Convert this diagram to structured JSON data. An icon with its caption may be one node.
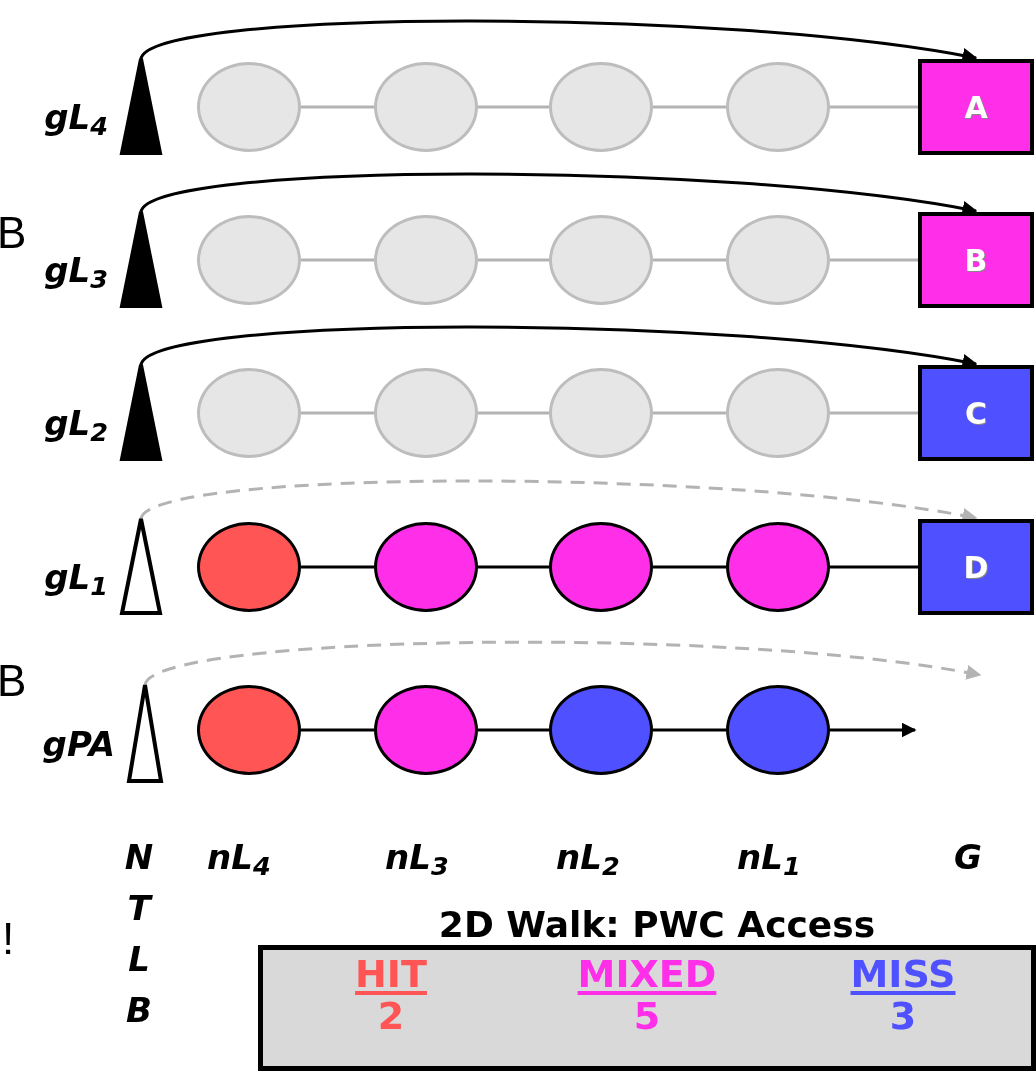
{
  "diagram": {
    "nodes": [
      {
        "text": [],
        "shape": "triangle",
        "beside": [
          "gL$_{4}$"
        ]
      },
      {
        "text": [],
        "shape": "circle"
      },
      {
        "text": [],
        "shape": "circle"
      },
      {
        "text": [],
        "shape": "circle"
      },
      {
        "text": [],
        "shape": "circle"
      },
      {
        "text": [
          "A"
        ]
      },
      {
        "text": [],
        "shape": "triangle",
        "beside": [
          "gL$_{3}$"
        ]
      },
      {
        "text": [],
        "shape": "circle"
      },
      {
        "text": [],
        "shape": "circle"
      },
      {
        "text": [],
        "shape": "circle"
      },
      {
        "text": [],
        "shape": "circle"
      },
      {
        "text": [
          "B"
        ]
      },
      {
        "text": [],
        "shape": "triangle",
        "beside": [
          "gL$_{2}$"
        ]
      },
      {
        "text": [],
        "shape": "circle"
      },
      {
        "text": [],
        "shape": "circle"
      },
      {
        "text": [],
        "shape": "circle"
      },
      {
        "text": [],
        "shape": "circle"
      },
      {
        "text": [
          "C"
        ]
      },
      {
        "text": [],
        "shape": "triangle",
        "beside": [
          "gL$_{1}$"
        ]
      },
      {
        "text": [],
        "shape": "circle"
      },
      {
        "text": [],
        "shape": "circle"
      },
      {
        "text": [],
        "shape": "circle"
      },
      {
        "text": [],
        "shape": "circle"
      },
      {
        "text": [
          "D"
        ]
      },
      {
        "text": [],
        "shape": "triangle",
        "beside": [
          "gPA"
        ]
      },
      {
        "text": [],
        "shape": "circle"
      },
      {
        "text": [],
        "shape": "circle"
      },
      {
        "text": [],
        "shape": "circle"
      },
      {
        "text": [],
        "shape": "circle"
      },
      {
        "text": [
          "2D Walk: PWC Access",
          "HIT",
          "2",
          "MIXED",
          "5",
          "MISS",
          "3"
        ]
      }
    ],
    "edges": [
      {
        "from": 0,
        "to": 5,
        "arrow": "to",
        "color": "#000000"
      },
      {
        "from": 1,
        "to": 2,
        "arrow": "none",
        "color": "#b3b3b3"
      },
      {
        "from": 2,
        "to": 3,
        "arrow": "none",
        "color": "#b3b3b3"
      },
      {
        "from": 3,
        "to": 4,
        "arrow": "none",
        "color": "#b3b3b3"
      },
      {
        "from": 4,
        "to": 5,
        "arrow": "none",
        "color": "#b3b3b3"
      },
      {
        "from": 6,
        "to": 11,
        "arrow": "to",
        "color": "#000000"
      },
      {
        "from": 7,
        "to": 8,
        "arrow": "none",
        "color": "#b3b3b3"
      },
      {
        "from": 8,
        "to": 9,
        "arrow": "none",
        "color": "#b3b3b3"
      },
      {
        "from": 9,
        "to": 10,
        "arrow": "none",
        "color": "#b3b3b3"
      },
      {
        "from": 10,
        "to": 11,
        "arrow": "none",
        "color": "#b3b3b3"
      },
      {
        "from": 12,
        "to": 17,
        "arrow": "to",
        "color": "#000000"
      },
      {
        "from": 13,
        "to": 14,
        "arrow": "none",
        "color": "#b3b3b3"
      },
      {
        "from": 14,
        "to": 15,
        "arrow": "none",
        "color": "#b3b3b3"
      },
      {
        "from": 15,
        "to": 16,
        "arrow": "none",
        "color": "#b3b3b3"
      },
      {
        "from": 16,
        "to": 17,
        "arrow": "none",
        "color": "#b3b3b3"
      },
      {
        "from": 18,
        "to": 23,
        "arrow": "to",
        "style": "dashed",
        "color": "#b3b3b3"
      },
      {
        "from": 19,
        "to": 20,
        "arrow": "none",
        "color": "#000000"
      },
      {
        "from": 20,
        "to": 21,
        "arrow": "none",
        "color": "#000000"
      },
      {
        "from": 21,
        "to": 22,
        "arrow": "none",
        "color": "#000000"
      },
      {
        "from": 22,
        "to": 23,
        "arrow": "none",
        "color": "#000000"
      },
      {
        "from": 24,
        "to": null,
        "arrow": "to",
        "style": "dashed",
        "color": "#b3b3b3"
      },
      {
        "from": 25,
        "to": 26,
        "arrow": "none",
        "color": "#000000"
      },
      {
        "from": 26,
        "to": 27,
        "arrow": "none",
        "color": "#000000"
      },
      {
        "from": 27,
        "to": 28,
        "arrow": "none",
        "color": "#000000"
      },
      {
        "from": 28,
        "to": null,
        "arrow": "to",
        "color": "#000000"
      }
    ],
    "labels": [
      "B",
      "B",
      "NTLB",
      "nL$_{4}$",
      "nL$_{3}$",
      "nL$_{2}$",
      "nL$_{1}$",
      "G",
      "!"
    ]
  }
}
